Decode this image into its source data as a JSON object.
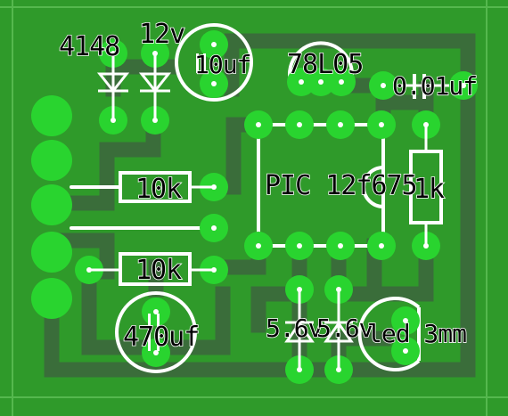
{
  "colors": {
    "board": "#2f9a2a",
    "trace": "#3a6d3a",
    "pad": "#29d42f",
    "silkscreen": "#ffffff",
    "text": "#000000",
    "hole": "#ffffff"
  },
  "labels": {
    "diode_4148": "4148",
    "diode_12v": "12v",
    "cap_10uf": "10uf",
    "regulator": "78L05",
    "cap_001uf": "0.01uf",
    "resistor_top": "10k",
    "resistor_bottom": "10k",
    "ic": "PIC 12f675",
    "resistor_1k": "1k",
    "cap_470uf": "470uf",
    "zener_left": "5.6v",
    "zener_right": "5.6v",
    "led": "led 3mm"
  }
}
